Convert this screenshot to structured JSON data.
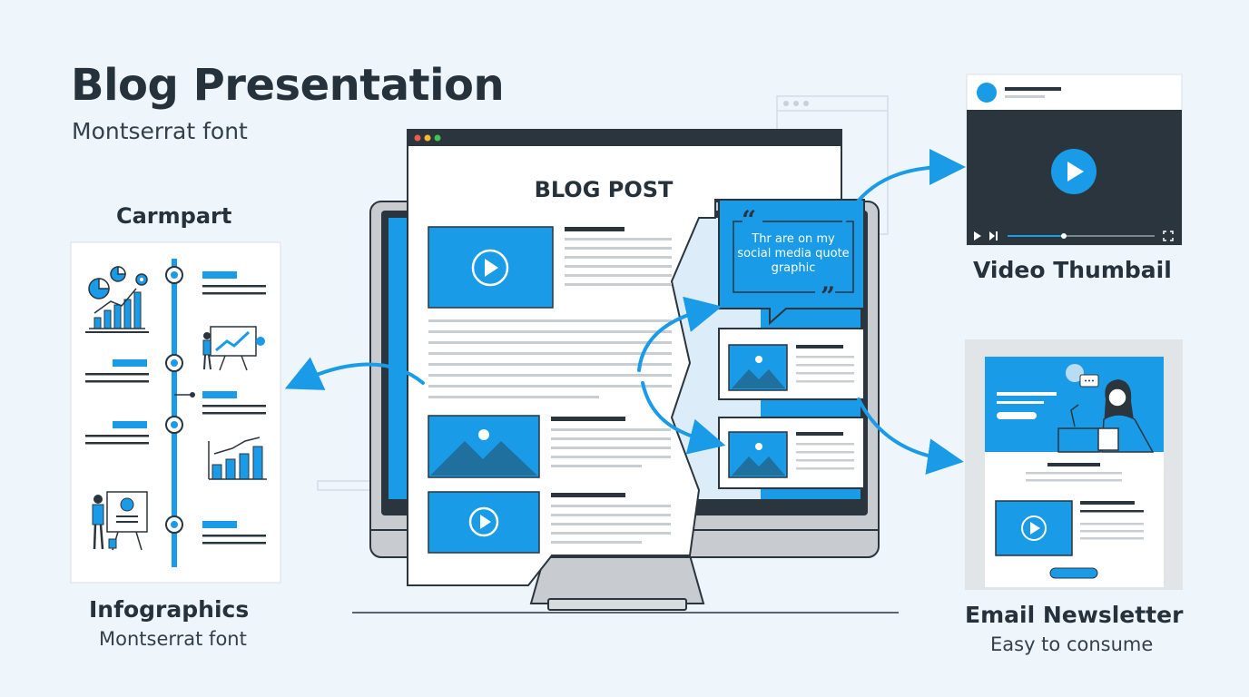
{
  "title": "Blog Presentation",
  "subtitle": "Montserrat font",
  "blog_post": {
    "heading": "BLOG POST"
  },
  "quote_card": {
    "text": "Thr are on my social media quote graphic"
  },
  "left_panel": {
    "top_label": "Carmpart",
    "label": "Infographics",
    "sublabel": "Montserrat font"
  },
  "video_panel": {
    "label": "Video Thumbail"
  },
  "email_panel": {
    "label": "Email Newsletter",
    "sublabel": "Easy to consume"
  },
  "colors": {
    "accent": "#1a9be8",
    "dark": "#2b353d",
    "background": "#eef5fb",
    "line_gray": "#c9ced3"
  },
  "icons": [
    "play-icon",
    "image-icon",
    "pie-chart-icon",
    "bar-chart-icon",
    "gear-icon",
    "presenter-icon",
    "quote-icon",
    "avatar-icon",
    "chat-bubble-icon",
    "fullscreen-icon"
  ]
}
